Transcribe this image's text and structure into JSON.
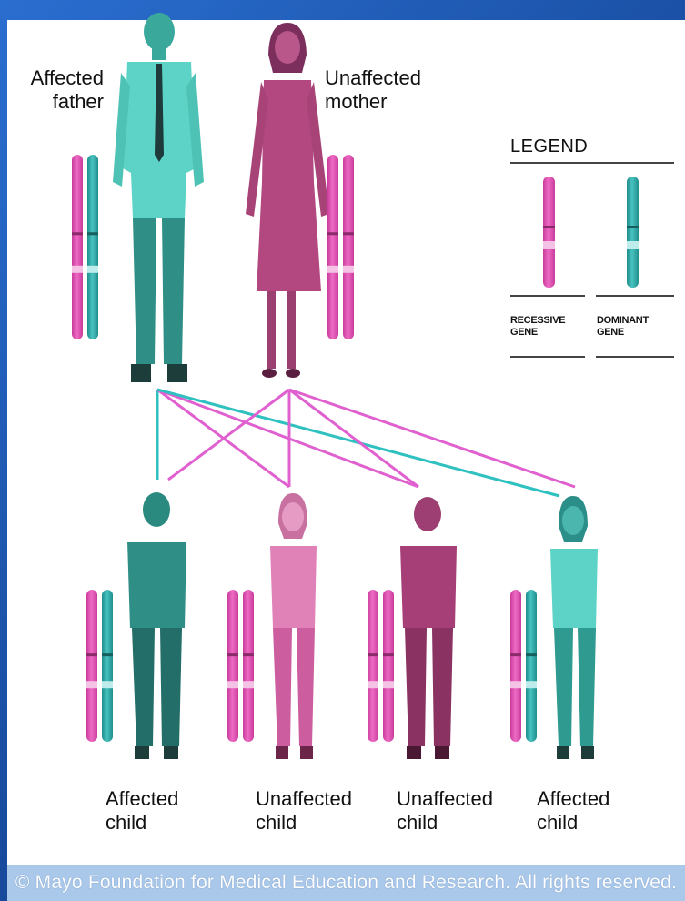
{
  "colors": {
    "recessive": "#d94fae",
    "dominant": "#2aa3a1",
    "father": "#37b7a8",
    "mother": "#b2487f",
    "footer_bg": "#a9c8ea",
    "frame": "#1a4fa0"
  },
  "parents": {
    "father": {
      "label_line1": "Affected",
      "label_line2": "father",
      "genes": [
        "recessive",
        "dominant"
      ]
    },
    "mother": {
      "label_line1": "Unaffected",
      "label_line2": "mother",
      "genes": [
        "recessive",
        "recessive"
      ]
    }
  },
  "children": [
    {
      "label_line1": "Affected",
      "label_line2": "child",
      "genes": [
        "recessive",
        "dominant"
      ],
      "icon": "affected-boy-icon"
    },
    {
      "label_line1": "Unaffected",
      "label_line2": "child",
      "genes": [
        "recessive",
        "recessive"
      ],
      "icon": "unaffected-girl-icon"
    },
    {
      "label_line1": "Unaffected",
      "label_line2": "child",
      "genes": [
        "recessive",
        "recessive"
      ],
      "icon": "unaffected-boy-icon"
    },
    {
      "label_line1": "Affected",
      "label_line2": "child",
      "genes": [
        "recessive",
        "dominant"
      ],
      "icon": "affected-girl-icon"
    }
  ],
  "legend": {
    "title": "LEGEND",
    "recessive_label": "RECESSIVE\nGENE",
    "dominant_label": "DOMINANT\nGENE"
  },
  "footer": "© Mayo Foundation for Medical Education and Research. All rights reserved."
}
